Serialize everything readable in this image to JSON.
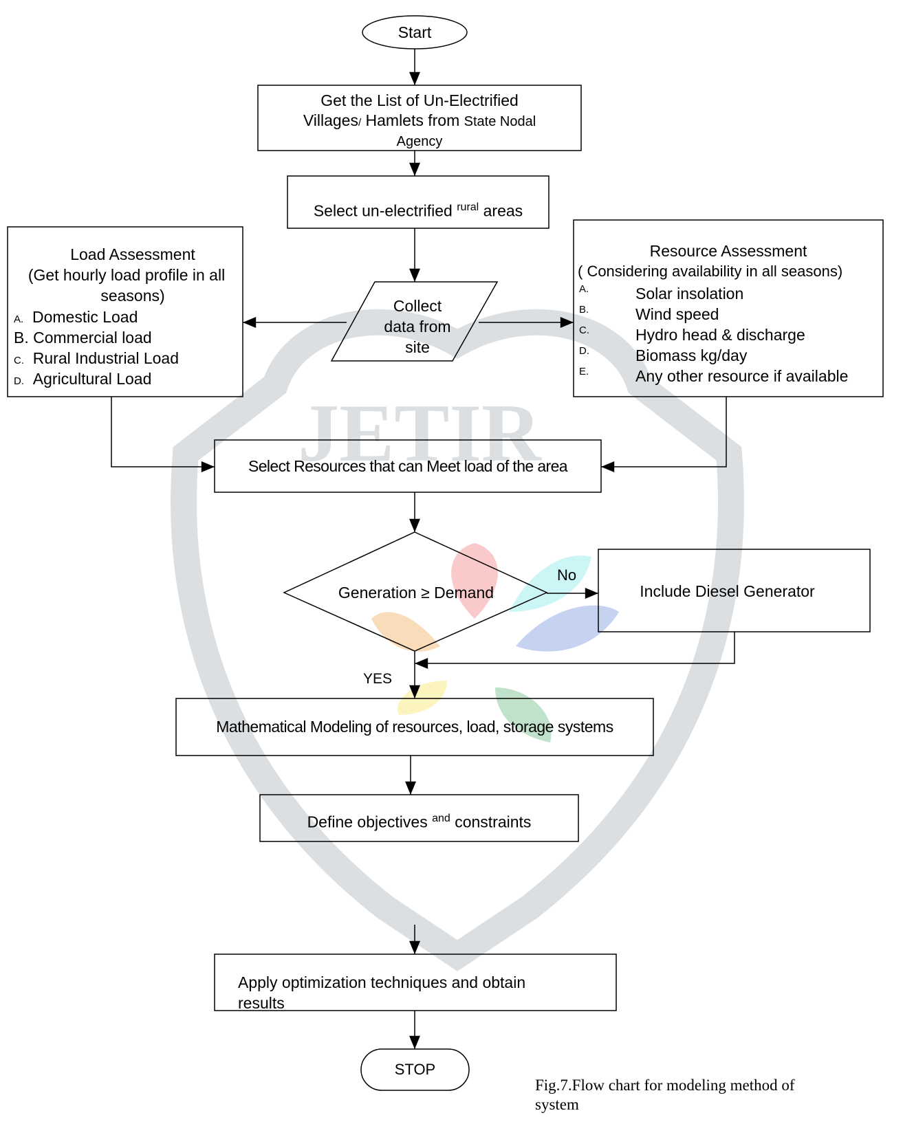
{
  "watermark": {
    "text": "JETIR",
    "colors": {
      "red": "#f26b6b",
      "cyan": "#6fe3e8",
      "blue": "#5b7fd6",
      "yellow": "#f5e04a",
      "orange": "#f0a040",
      "green": "#4caf6b",
      "gray": "#9aa4aa"
    }
  },
  "nodes": {
    "start": "Start",
    "get_list": {
      "line1": "Get the List of Un-Electrified",
      "line2a": "Villages",
      "line2b": "/",
      "line2c": " Hamlets from ",
      "line2d": "State Nodal",
      "line3": "Agency"
    },
    "select_areas": {
      "a": "Select un-electrified ",
      "b": "rural",
      "c": " areas"
    },
    "collect": {
      "line1": "Collect",
      "line2": "data from",
      "line3": "site"
    },
    "load_assessment": {
      "title": "Load Assessment",
      "subtitle1": "(Get hourly load profile in all",
      "subtitle2": "seasons)",
      "items": [
        {
          "letter": "A.",
          "text": "Domestic Load"
        },
        {
          "letter": "B.",
          "text": "Commercial  load"
        },
        {
          "letter": "C.",
          "text": "Rural Industrial Load"
        },
        {
          "letter": "D.",
          "text": "Agricultural  Load"
        }
      ]
    },
    "resource_assessment": {
      "title": "Resource Assessment",
      "subtitle": "( Considering availability in all seasons)",
      "items": [
        {
          "letter": "A.",
          "text": "Solar insolation"
        },
        {
          "letter": "B.",
          "text": "Wind speed"
        },
        {
          "letter": "C.",
          "text": "Hydro head & discharge"
        },
        {
          "letter": "D.",
          "text": "Biomass kg/day"
        },
        {
          "letter": "E.",
          "text": "Any other resource if available"
        }
      ]
    },
    "select_resources": "Select Resources that can Meet load of the area",
    "decision": "Generation ≥ Demand",
    "diesel": "Include Diesel Generator",
    "modeling": "Mathematical Modeling of resources, load, storage systems",
    "objectives": {
      "a": "Define objectives ",
      "b": "and",
      "c": " constraints"
    },
    "optimization": {
      "line1": "Apply optimization techniques and obtain",
      "line2": "results"
    },
    "stop": "STOP"
  },
  "edge_labels": {
    "no": "No",
    "yes": "YES"
  },
  "caption": {
    "line1": "Fig.7.Flow chart for modeling method of",
    "line2": "system"
  }
}
